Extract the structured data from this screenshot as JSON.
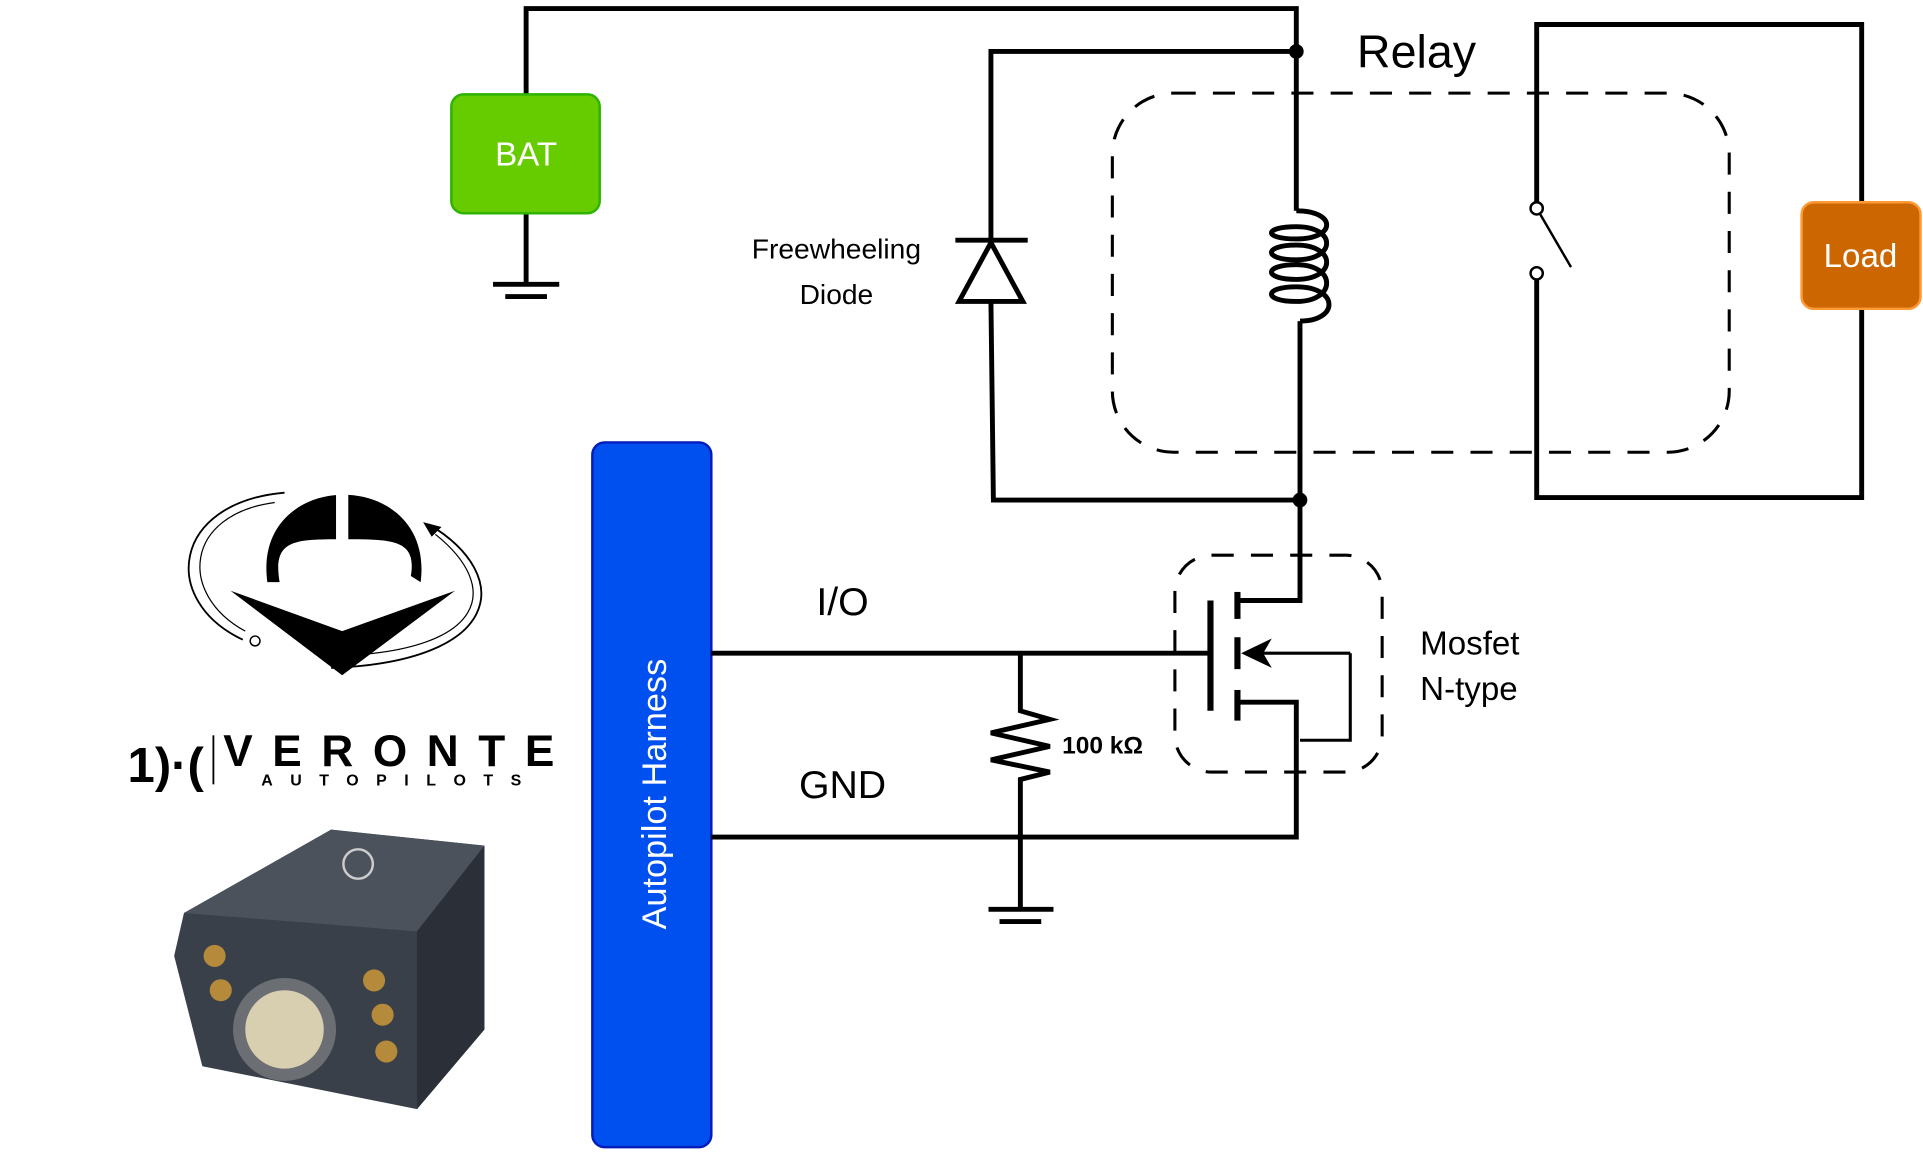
{
  "labels": {
    "relay": "Relay",
    "diode_line1": "Freewheeling",
    "diode_line2": "Diode",
    "io": "I/O",
    "gnd": "GND",
    "resistor": "100 kΩ",
    "mosfet_line1": "Mosfet",
    "mosfet_line2": "N-type",
    "bat": "BAT",
    "load": "Load",
    "harness": "Autopilot Harness"
  },
  "logo": {
    "brand": "VERONTE",
    "sub": "AUTOPILOTS"
  },
  "colors": {
    "bat": "#66cc00",
    "load": "#cc6600",
    "harness": "#0050ef",
    "wire": "#000000"
  }
}
